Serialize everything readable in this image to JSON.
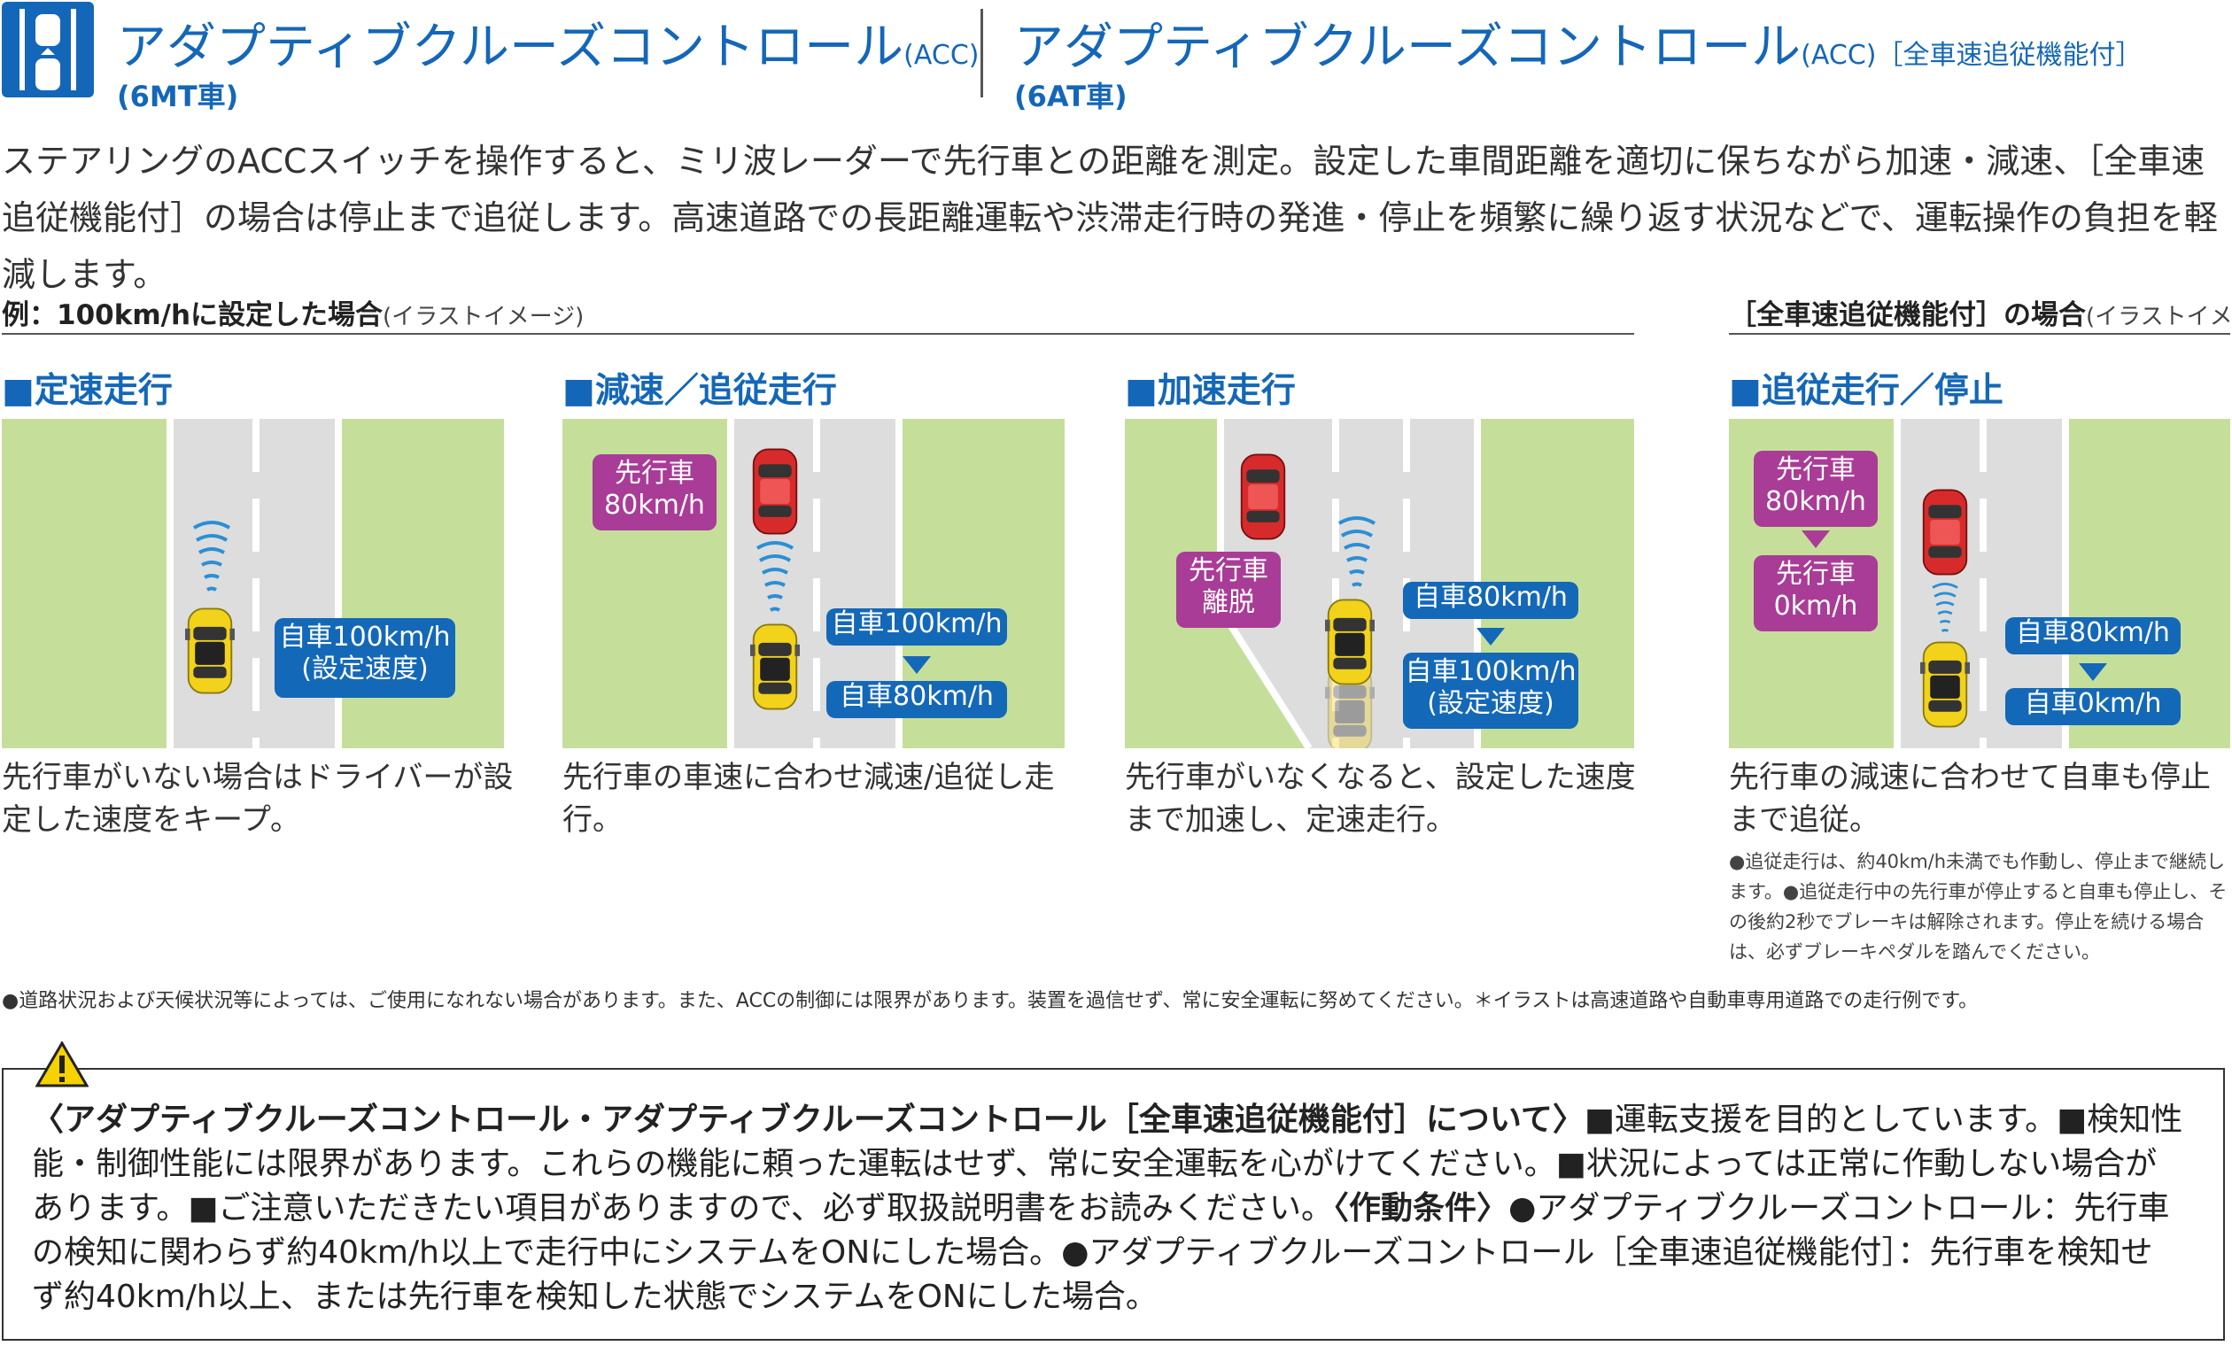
{
  "header": {
    "left_title": "アダプティブクルーズコントロール",
    "left_suffix": "(ACC)",
    "left_sub": "(6MT車)",
    "right_title": "アダプティブクルーズコントロール",
    "right_suffix": "(ACC)［全車速追従機能付］",
    "right_sub": "(6AT車)"
  },
  "intro": "ステアリングのACCスイッチを操作すると、ミリ波レーダーで先行車との距離を測定。設定した車間距離を適切に保ちながら加速・減速、［全車速追従機能付］の場合は停止まで追従します。高速道路での長距離運転や渋滞走行時の発進・停止を頻繁に繰り返す状況などで、運転操作の負担を軽減します。",
  "example_left": {
    "label": "例：100km/hに設定した場合",
    "note": "(イラストイメージ)"
  },
  "example_right": {
    "label": "［全車速追従機能付］の場合",
    "note": "(イラストイメージ)"
  },
  "panels": [
    {
      "title": "■定速走行",
      "tags": {
        "own": "自車100km/h",
        "own2": "(設定速度)"
      },
      "caption": "先行車がいない場合はドライバーが設定した速度をキープ。"
    },
    {
      "title": "■減速／追従走行",
      "tags": {
        "lead1": "先行車",
        "lead2": "80km/h",
        "own_before": "自車100km/h",
        "own_after": "自車80km/h"
      },
      "caption": "先行車の車速に合わせ減速/追従し走行。"
    },
    {
      "title": "■加速走行",
      "tags": {
        "lead1": "先行車",
        "lead2": "離脱",
        "own_before": "自車80km/h",
        "own_after1": "自車100km/h",
        "own_after2": "(設定速度)"
      },
      "caption": "先行車がいなくなると、設定した速度まで加速し、定速走行。"
    },
    {
      "title": "■追従走行／停止",
      "tags": {
        "lead_a1": "先行車",
        "lead_a2": "80km/h",
        "lead_b1": "先行車",
        "lead_b2": "0km/h",
        "own_before": "自車80km/h",
        "own_after": "自車0km/h"
      },
      "caption": "先行車の減速に合わせて自車も停止まで追従。",
      "note": "●追従走行は、約40km/h未満でも作動し、停止まで継続します。●追従走行中の先行車が停止すると自車も停止し、その後約2秒でブレーキは解除されます。停止を続ける場合は、必ずブレーキペダルを踏んでください。"
    }
  ],
  "footnote": "●道路状況および天候状況等によっては、ご使用になれない場合があります。また、ACCの制御には限界があります。装置を過信せず、常に安全運転に努めてください。＊イラストは高速道路や自動車専用道路での走行例です。",
  "warning": {
    "heading1": "〈アダプティブクルーズコントロール・アダプティブクルーズコントロール［全車速追従機能付］について〉",
    "body1": "■運転支援を目的としています。■検知性能・制御性能には限界があります。これらの機能に頼った運転はせず、常に安全運転を心がけてください。■状況によっては正常に作動しない場合があります。■ご注意いただきたい項目がありますので、必ず取扱説明書をお読みください。",
    "heading2": "〈作動条件〉",
    "body2": "●アダプティブクルーズコントロール：先行車の検知に関わらず約40km/h以上で走行中にシステムをONにした場合。●アダプティブクルーズコントロール［全車速追従機能付］：先行車を検知せず約40km/h以上、または先行車を検知した状態でシステムをONにした場合。"
  },
  "colors": {
    "brand_blue": "#1467b8",
    "magenta": "#a93c96",
    "grass": "#c5df9b",
    "road": "#dddddd"
  }
}
